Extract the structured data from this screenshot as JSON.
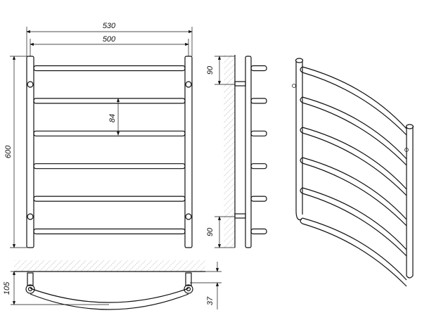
{
  "dimensions": {
    "overall_width": "530",
    "center_width": "500",
    "bar_spacing": "84",
    "height": "600",
    "top_offset": "90",
    "bottom_offset": "90",
    "depth": "105",
    "wall_offset": "37"
  },
  "bar_count": 6
}
